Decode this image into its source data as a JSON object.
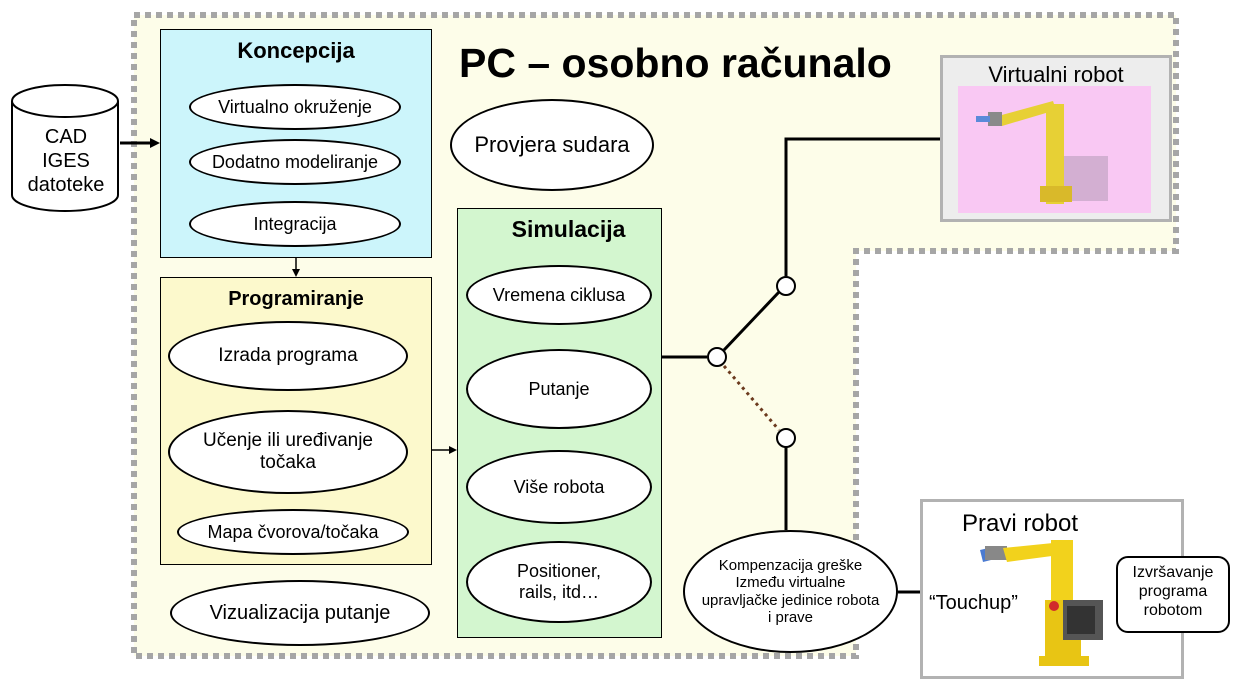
{
  "title": "PC – osobno računalo",
  "cad": {
    "lines": [
      "CAD",
      "IGES",
      "datoteke"
    ]
  },
  "koncepcija": {
    "title": "Koncepcija",
    "items": [
      "Virtualno okruženje",
      "Dodatno modeliranje",
      "Integracija"
    ]
  },
  "programiranje": {
    "title": "Programiranje",
    "items": [
      "Izrada programa",
      "Učenje ili uređivanje točaka",
      "Mapa čvorova/točaka"
    ]
  },
  "provjera": "Provjera sudara",
  "vizualizacija": "Vizualizacija putanje",
  "simulacija": {
    "title": "Simulacija",
    "items": [
      "Vremena ciklusa",
      "Putanje",
      "Više robota",
      "Positioner, rails, itd…"
    ]
  },
  "virtualni_robot": {
    "title": "Virtualni robot"
  },
  "pravi_robot": {
    "title": "Pravi robot",
    "touchup": "“Touchup”"
  },
  "kompenzacija": "Kompenzacija greške Između virtualne upravljačke jedinice robota i prave",
  "izvrsavanje": "Izvršavanje programa robotom",
  "colors": {
    "pc_bg": "#fdfde9",
    "koncepcija_bg": "#ccf5fb",
    "programiranje_bg": "#fcf9cc",
    "simulacija_bg": "#d3f6cf",
    "dots": "#a6a6a6"
  }
}
